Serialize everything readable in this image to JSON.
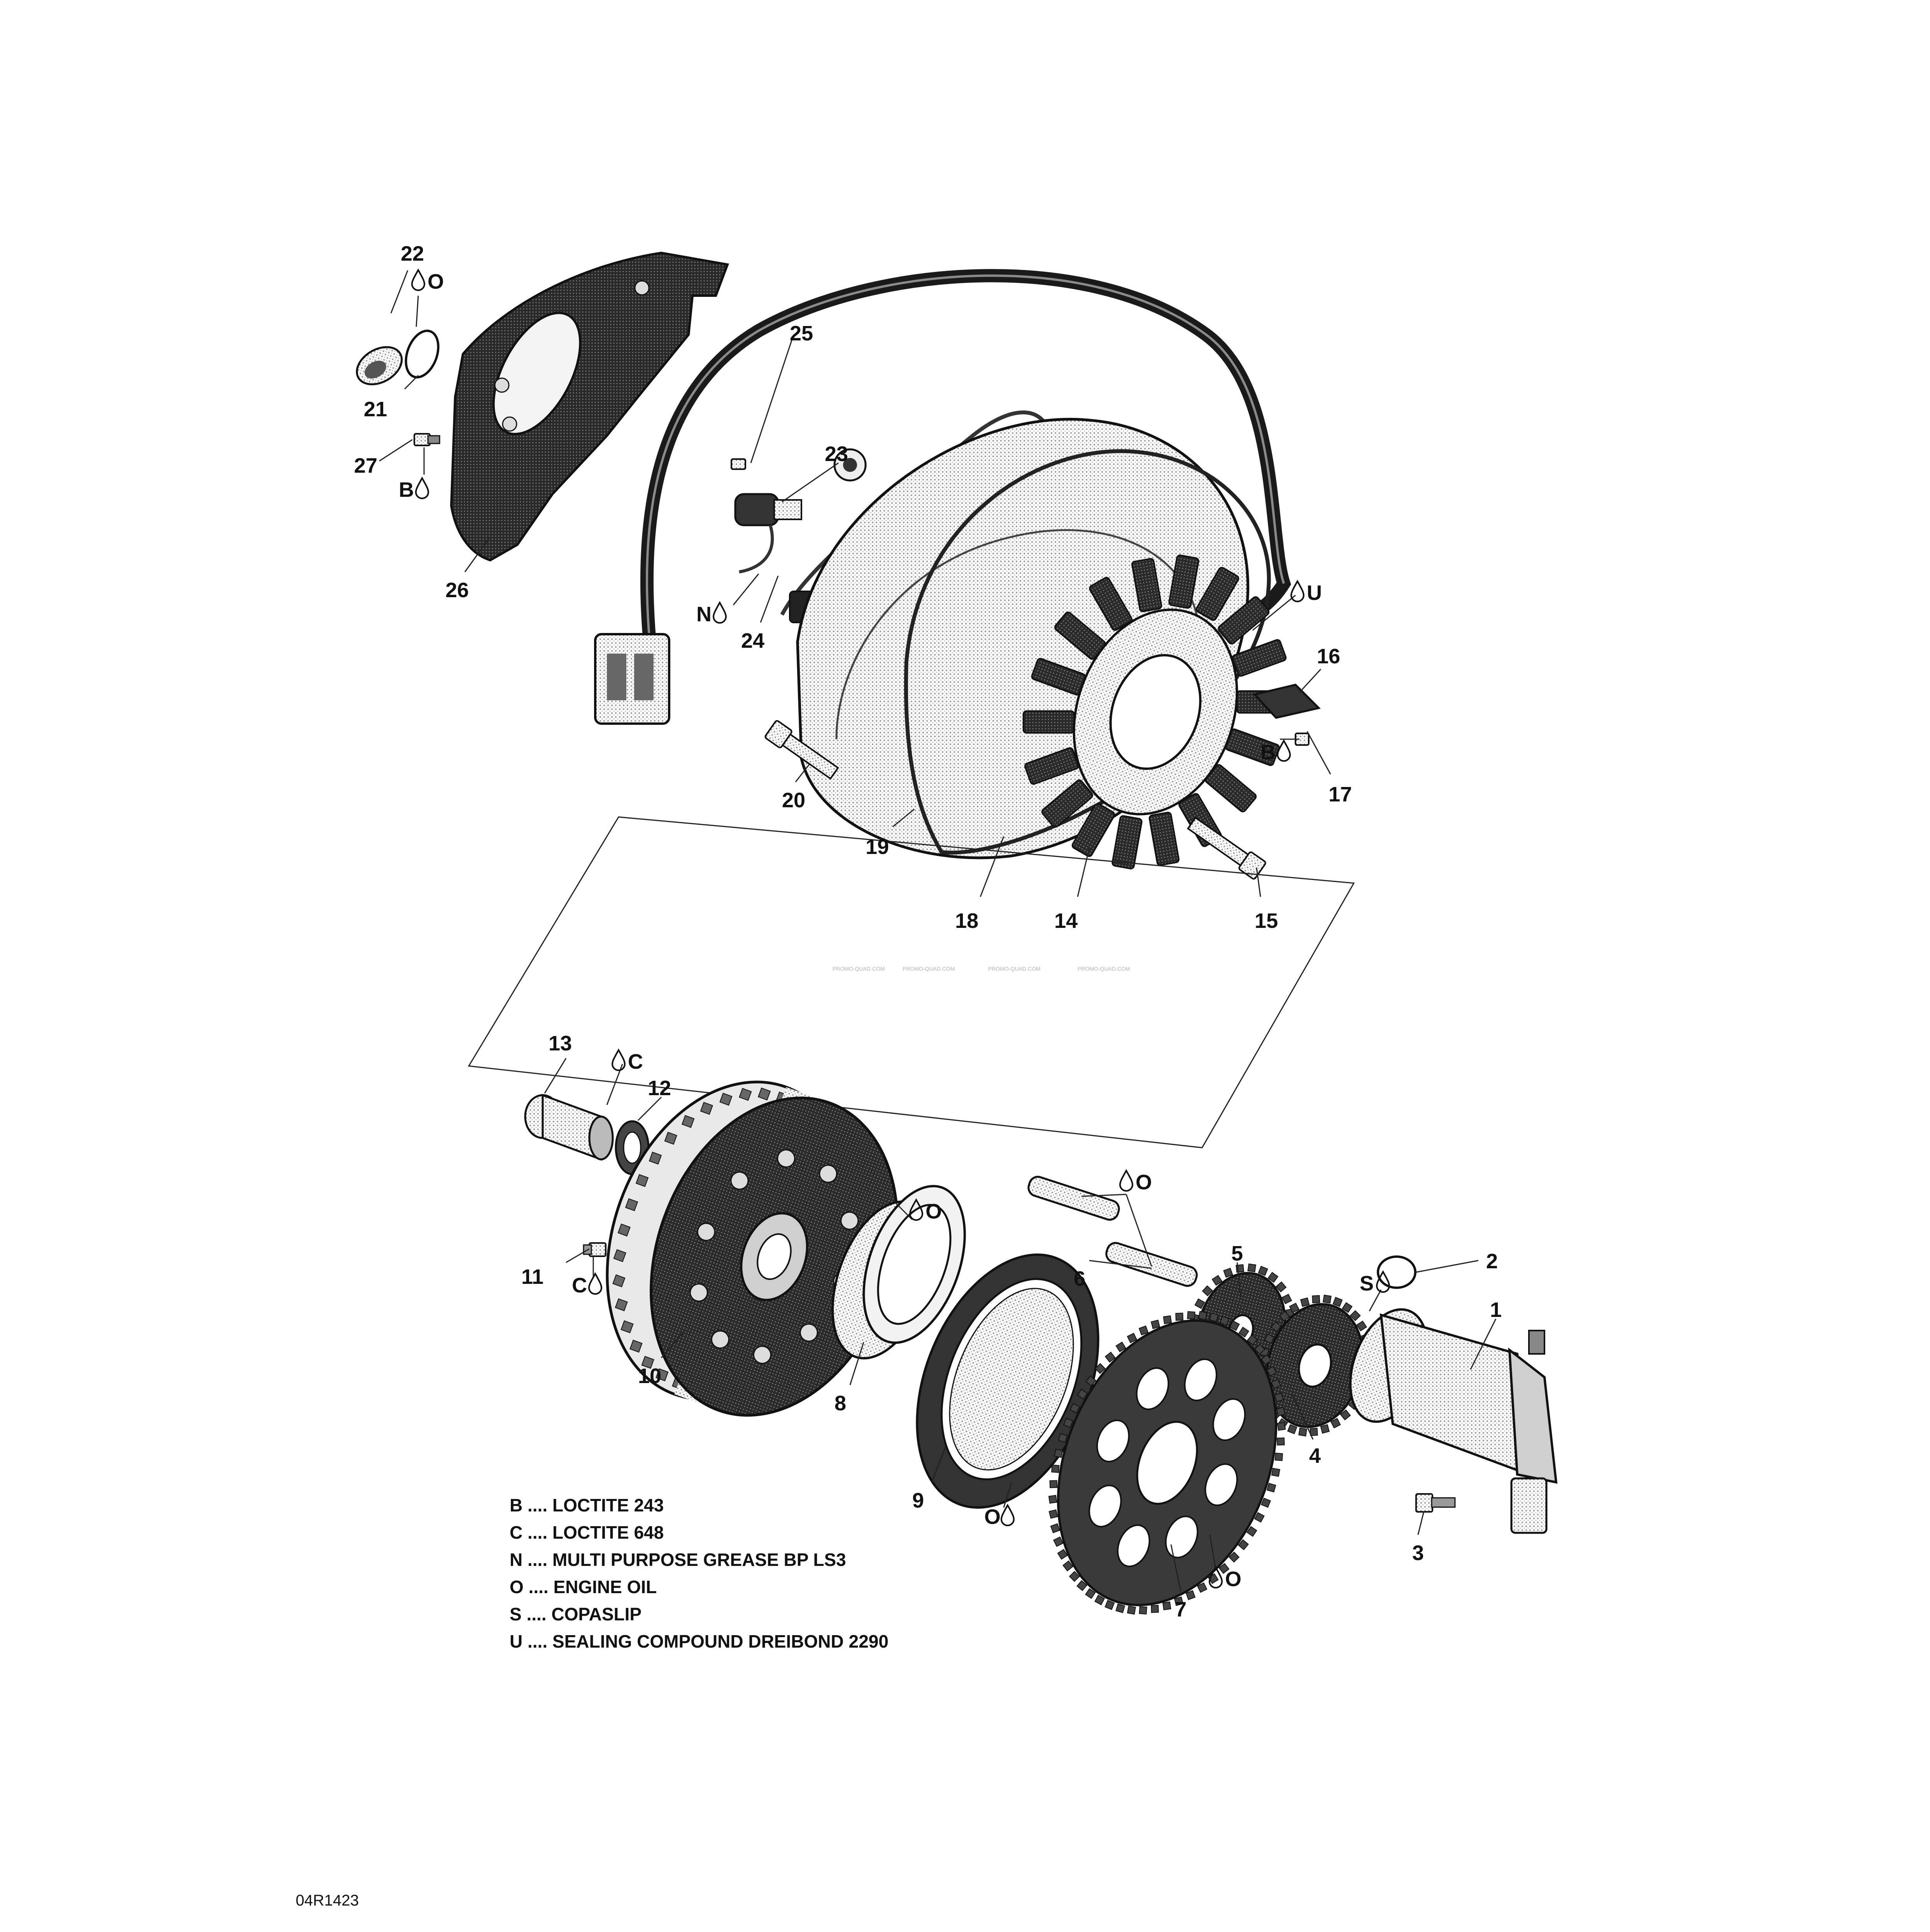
{
  "diagram": {
    "callouts": [
      {
        "id": "c1",
        "text": "1"
      },
      {
        "id": "c2",
        "text": "2"
      },
      {
        "id": "c3",
        "text": "3"
      },
      {
        "id": "c4",
        "text": "4"
      },
      {
        "id": "c5",
        "text": "5"
      },
      {
        "id": "c6",
        "text": "6"
      },
      {
        "id": "c7",
        "text": "7"
      },
      {
        "id": "c8",
        "text": "8"
      },
      {
        "id": "c9",
        "text": "9"
      },
      {
        "id": "c10",
        "text": "10"
      },
      {
        "id": "c11",
        "text": "11"
      },
      {
        "id": "c12",
        "text": "12"
      },
      {
        "id": "c13",
        "text": "13"
      },
      {
        "id": "c14",
        "text": "14"
      },
      {
        "id": "c15",
        "text": "15"
      },
      {
        "id": "c16",
        "text": "16"
      },
      {
        "id": "c17",
        "text": "17"
      },
      {
        "id": "c18",
        "text": "18"
      },
      {
        "id": "c19",
        "text": "19"
      },
      {
        "id": "c20",
        "text": "20"
      },
      {
        "id": "c21",
        "text": "21"
      },
      {
        "id": "c22",
        "text": "22"
      },
      {
        "id": "c23",
        "text": "23"
      },
      {
        "id": "c24",
        "text": "24"
      },
      {
        "id": "c25",
        "text": "25"
      },
      {
        "id": "c26",
        "text": "26"
      },
      {
        "id": "c27",
        "text": "27"
      }
    ],
    "markers": [
      {
        "id": "m-o-22",
        "letter": "O"
      },
      {
        "id": "m-b-27",
        "letter": "B"
      },
      {
        "id": "m-n-24",
        "letter": "N"
      },
      {
        "id": "m-u-cover",
        "letter": "U"
      },
      {
        "id": "m-b-17",
        "letter": "B"
      },
      {
        "id": "m-c-13",
        "letter": "C"
      },
      {
        "id": "m-c-11",
        "letter": "C"
      },
      {
        "id": "m-o-8",
        "letter": "O"
      },
      {
        "id": "m-o-6",
        "letter": "O"
      },
      {
        "id": "m-s-1",
        "letter": "S"
      },
      {
        "id": "m-o-9",
        "letter": "O"
      },
      {
        "id": "m-o-7",
        "letter": "O"
      }
    ],
    "legend": [
      {
        "letter": "B",
        "desc": "LOCTITE 243"
      },
      {
        "letter": "C",
        "desc": "LOCTITE 648"
      },
      {
        "letter": "N",
        "desc": "MULTI PURPOSE GREASE BP LS3"
      },
      {
        "letter": "O",
        "desc": "ENGINE OIL"
      },
      {
        "letter": "S",
        "desc": "COPASLIP"
      },
      {
        "letter": "U",
        "desc": "SEALING COMPOUND DREIBOND 2290"
      }
    ],
    "legend_separator": "....",
    "watermark": "PROMO-QUAD.COM",
    "drawing_code": "04R1423"
  }
}
